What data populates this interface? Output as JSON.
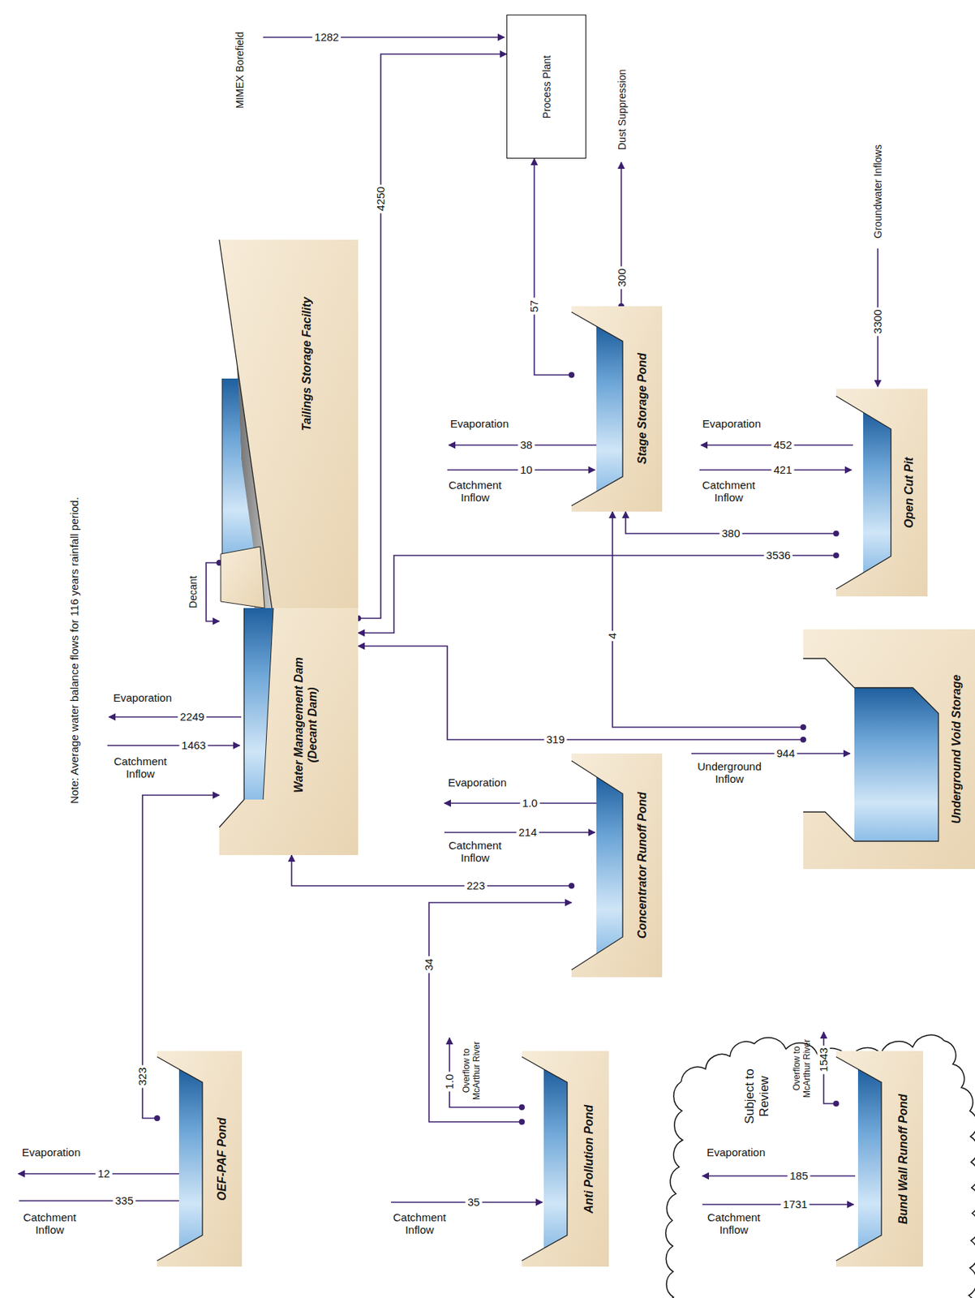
{
  "diagram": {
    "nodes": [
      {
        "text": [
          "Process Plant"
        ]
      },
      {
        "text": [
          "Tailings Storage Facility"
        ]
      },
      {
        "text": [
          "Water Management Dam (Decant Dam)"
        ]
      },
      {
        "text": [
          "Stage Storage Pond"
        ]
      },
      {
        "text": [
          "Open Cut Pit"
        ]
      },
      {
        "text": [
          "Underground Void Storage"
        ]
      },
      {
        "text": [
          "Concentrator Runoff Pond"
        ]
      },
      {
        "text": [
          "OEF-PAF Pond"
        ]
      },
      {
        "text": [
          "Anti Pollution Pond"
        ]
      },
      {
        "text": [
          "Subject to Review"
        ]
      },
      {
        "text": [
          "Bund Wall Runoff Pond"
        ],
        "in": 9
      }
    ],
    "edges": [
      {
        "from": 1,
        "to": 2,
        "arrow": "to",
        "label": "Decant"
      },
      {
        "from": 2,
        "to": 0,
        "arrow": "to",
        "label": "4250"
      },
      {
        "from": 3,
        "to": 0,
        "arrow": "to",
        "label": "57"
      },
      {
        "from": 4,
        "to": 3,
        "arrow": "to",
        "label": "380"
      },
      {
        "from": 4,
        "to": 2,
        "arrow": "to",
        "label": "3536"
      },
      {
        "from": 5,
        "to": 3,
        "arrow": "to",
        "label": "4"
      },
      {
        "from": 5,
        "to": 2,
        "arrow": "to",
        "label": "319"
      },
      {
        "from": 6,
        "to": 2,
        "arrow": "to",
        "label": "223"
      },
      {
        "from": 7,
        "to": 2,
        "arrow": "to",
        "label": "323"
      },
      {
        "from": 8,
        "to": 6,
        "arrow": "to",
        "label": "34"
      }
    ],
    "labels": [
      "MIMEX Borefield",
      "1282",
      "Dust Suppression",
      "300",
      "Groundwater Inflows",
      "3300",
      "Evaporation",
      "38",
      "Catchment Inflow",
      "10",
      "Evaporation",
      "452",
      "Catchment Inflow",
      "421",
      "Evaporation",
      "2249",
      "Catchment Inflow",
      "1463",
      "Evaporation",
      "1.0",
      "Catchment Inflow",
      "214",
      "Underground Inflow",
      "944",
      "Evaporation",
      "12",
      "Catchment Inflow",
      "335",
      "Overflow to McArthur River",
      "1.0",
      "Catchment Inflow",
      "35",
      "Overflow to McArthur River",
      "1543",
      "Evaporation",
      "185",
      "Catchment Inflow",
      "1731",
      "Note: Average water balance flows for 116 years rainfall period."
    ]
  }
}
